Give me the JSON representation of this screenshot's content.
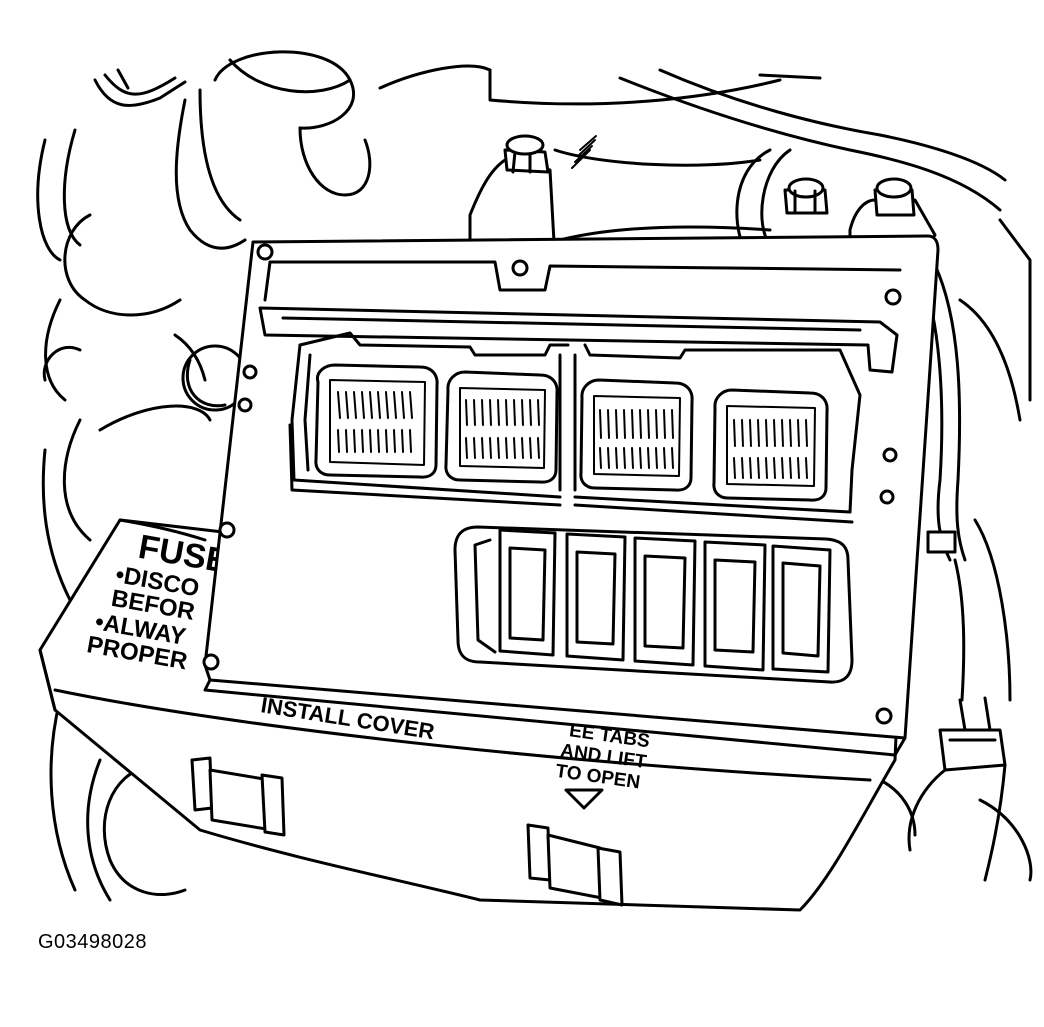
{
  "figure_id": "G03498028",
  "fuse_box_label": {
    "line1": "FUSE",
    "line2": "•DISCO",
    "line3": "BEFOR",
    "line4": "•ALWAY",
    "line5": "PROPER",
    "cover_text": "INSTALL COVER"
  },
  "tab_instructions": {
    "line1": "EE TABS",
    "line2": "AND LIFT",
    "line3": "TO OPEN"
  },
  "colors": {
    "line": "#000000",
    "background": "#ffffff"
  }
}
